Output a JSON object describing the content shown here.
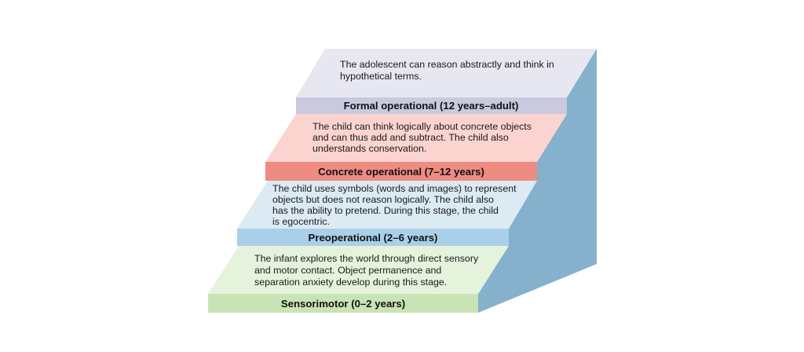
{
  "stages": [
    {
      "label": "Sensorimotor (0–2 years)",
      "description": [
        "The infant explores the world through direct sensory",
        "and motor contact. Object permanence and",
        "separation anxiety develop during this stage."
      ],
      "colors": {
        "top": "#e6f3dc",
        "band": "#c9e4b4"
      }
    },
    {
      "label": "Preoperational (2–6 years)",
      "description": [
        "The child uses symbols (words and images) to represent",
        "objects but does not reason logically. The child also",
        "has the ability to pretend. During this stage, the child",
        "is egocentric."
      ],
      "colors": {
        "top": "#dbeaf3",
        "band": "#a9d0e8"
      }
    },
    {
      "label": "Concrete operational (7–12 years)",
      "description": [
        "The child can think logically about concrete objects",
        "and can thus add and subtract. The child also",
        "understands conservation."
      ],
      "colors": {
        "top": "#fbd4d0",
        "band": "#ee8c82"
      }
    },
    {
      "label": "Formal operational (12 years–adult)",
      "description": [
        "The adolescent can reason abstractly and think in",
        "hypothetical terms."
      ],
      "colors": {
        "top": "#e7e7f1",
        "band": "#c9c9e0"
      }
    }
  ],
  "side_color": "#86b1cc"
}
